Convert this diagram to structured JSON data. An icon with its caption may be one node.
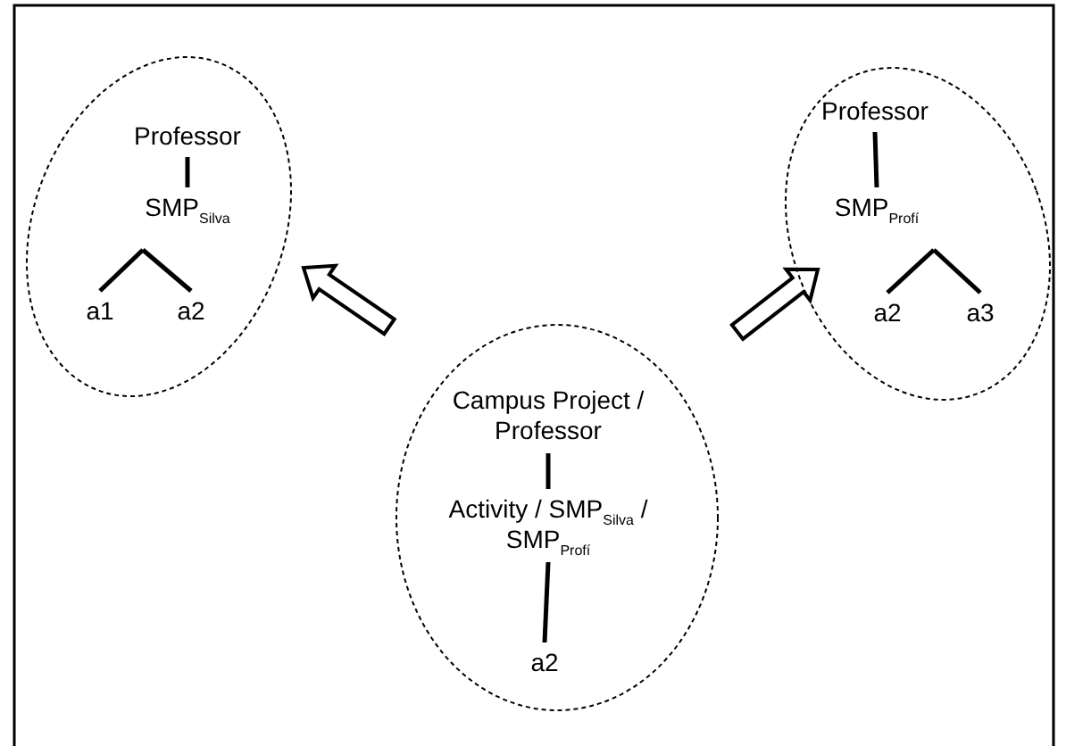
{
  "diagram": {
    "nodes": [
      {
        "text": [],
        "shape": "ellipse"
      },
      {
        "text": [
          "Professor"
        ],
        "in": 0
      },
      {
        "text": [
          "SMP$_{Silva}$"
        ],
        "in": 0
      },
      {
        "text": [
          "a1"
        ],
        "in": 0
      },
      {
        "text": [
          "a2"
        ],
        "in": 0
      },
      {
        "text": [],
        "shape": "ellipse"
      },
      {
        "text": [
          "Professor"
        ],
        "in": 5
      },
      {
        "text": [
          "SMP$_{Profí}$"
        ],
        "in": 5
      },
      {
        "text": [
          "a2"
        ],
        "in": 5
      },
      {
        "text": [
          "a3"
        ],
        "in": 5
      },
      {
        "text": [],
        "shape": "ellipse"
      },
      {
        "text": [
          "Campus Project / Professor"
        ],
        "in": 10
      },
      {
        "text": [
          "Activity / SMP$_{Silva}$ / SMP$_{Profí}$"
        ],
        "in": 10
      },
      {
        "text": [
          "a2"
        ],
        "in": 10
      }
    ],
    "edges": [
      {
        "from": 1,
        "to": 2,
        "arrow": "none"
      },
      {
        "from": 2,
        "to": 3,
        "arrow": "none"
      },
      {
        "from": 2,
        "to": 4,
        "arrow": "none"
      },
      {
        "from": 6,
        "to": 7,
        "arrow": "none"
      },
      {
        "from": 7,
        "to": 8,
        "arrow": "none"
      },
      {
        "from": 7,
        "to": 9,
        "arrow": "none"
      },
      {
        "from": 11,
        "to": 12,
        "arrow": "none"
      },
      {
        "from": 12,
        "to": 13,
        "arrow": "none"
      },
      {
        "from": 10,
        "to": 0,
        "arrow": "to",
        "style": "thick"
      },
      {
        "from": 10,
        "to": 5,
        "arrow": "to",
        "style": "thick"
      }
    ]
  }
}
